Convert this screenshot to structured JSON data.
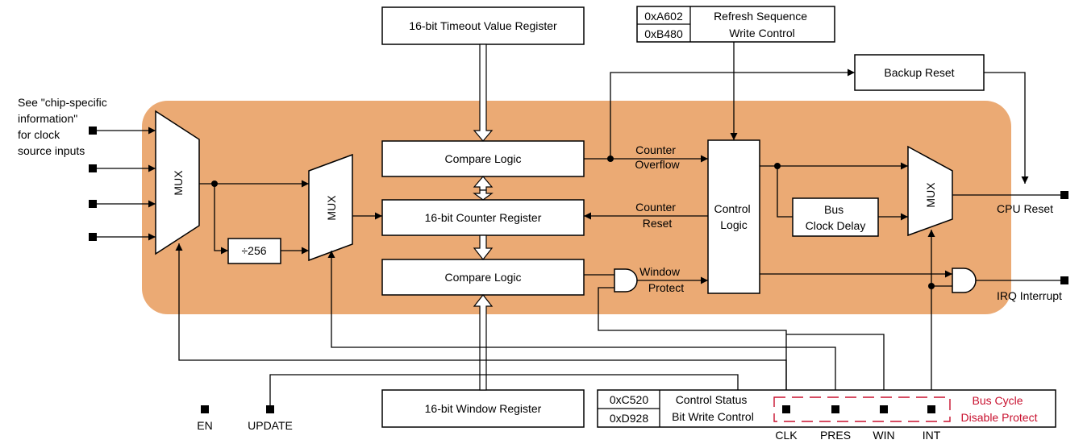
{
  "colors": {
    "core_fill": "#EBAA74",
    "accent_red": "#C8102E",
    "line": "#000000"
  },
  "clock_source_note": [
    "See \"chip-specific",
    "information\"",
    "for clock",
    "source inputs"
  ],
  "mux1_label": "MUX",
  "mux2_label": "MUX",
  "mux3_label": "MUX",
  "prescaler_label": "÷256",
  "timeout_register": "16-bit Timeout Value Register",
  "compare_logic_top": "Compare Logic",
  "counter_register": "16-bit Counter Register",
  "compare_logic_bottom": "Compare Logic",
  "window_register": "16-bit Window Register",
  "control_logic": [
    "Control",
    "Logic"
  ],
  "bus_clock_delay": [
    "Bus",
    "Clock Delay"
  ],
  "backup_reset": "Backup Reset",
  "refresh_keys": [
    "0xA602",
    "0xB480"
  ],
  "refresh_label": [
    "Refresh Sequence",
    "Write Control"
  ],
  "status_keys": [
    "0xC520",
    "0xD928"
  ],
  "status_label": [
    "Control Status",
    "Bit Write Control"
  ],
  "bus_cycle_label": [
    "Bus Cycle",
    "Disable Protect"
  ],
  "signals": {
    "counter_overflow": [
      "Counter",
      "Overflow"
    ],
    "counter_reset": [
      "Counter",
      "Reset"
    ],
    "window_protect": [
      "Window",
      "Protect"
    ],
    "cpu_reset": "CPU Reset",
    "irq_interrupt": "IRQ Interrupt"
  },
  "pins": {
    "en": "EN",
    "update": "UPDATE",
    "clk": "CLK",
    "pres": "PRES",
    "win": "WIN",
    "int": "INT"
  }
}
